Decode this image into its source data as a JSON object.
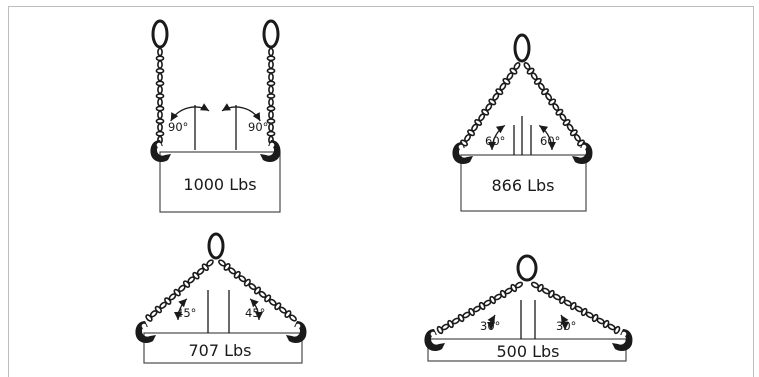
{
  "diagrams": [
    {
      "id": "d90",
      "load": "1000 Lbs",
      "angle": "90°",
      "angle_deg": 90
    },
    {
      "id": "d60",
      "load": "866 Lbs",
      "angle": "60°",
      "angle_deg": 60
    },
    {
      "id": "d45",
      "load": "707 Lbs",
      "angle": "45°",
      "angle_deg": 45
    },
    {
      "id": "d30",
      "load": "500 Lbs",
      "angle": "30°",
      "angle_deg": 30
    }
  ]
}
